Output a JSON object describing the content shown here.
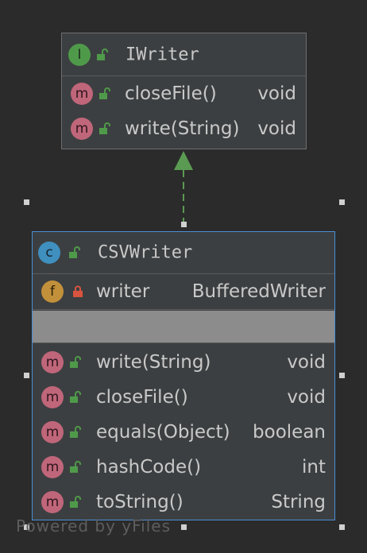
{
  "diagram": {
    "interface": {
      "badge": "I",
      "name": "IWriter",
      "methods": [
        {
          "badge": "m",
          "name": "closeFile()",
          "type": "void"
        },
        {
          "badge": "m",
          "name": "write(String)",
          "type": "void"
        }
      ]
    },
    "class": {
      "badge": "c",
      "name": "CSVWriter",
      "fields": [
        {
          "badge": "f",
          "name": "writer",
          "type": "BufferedWriter"
        }
      ],
      "methods": [
        {
          "badge": "m",
          "name": "write(String)",
          "type": "void"
        },
        {
          "badge": "m",
          "name": "closeFile()",
          "type": "void"
        },
        {
          "badge": "m",
          "name": "equals(Object)",
          "type": "boolean"
        },
        {
          "badge": "m",
          "name": "hashCode()",
          "type": "int"
        },
        {
          "badge": "m",
          "name": "toString()",
          "type": "String"
        }
      ]
    },
    "relation": {
      "type": "implements",
      "icon": "dashed-arrow-icon"
    },
    "watermark": "Powered by yFiles"
  },
  "colors": {
    "background": "#2b2b2b",
    "box": "#3c3f41",
    "selection": "#4a8fd8",
    "arrow": "#5b9a52",
    "text": "#c9c9c9"
  }
}
